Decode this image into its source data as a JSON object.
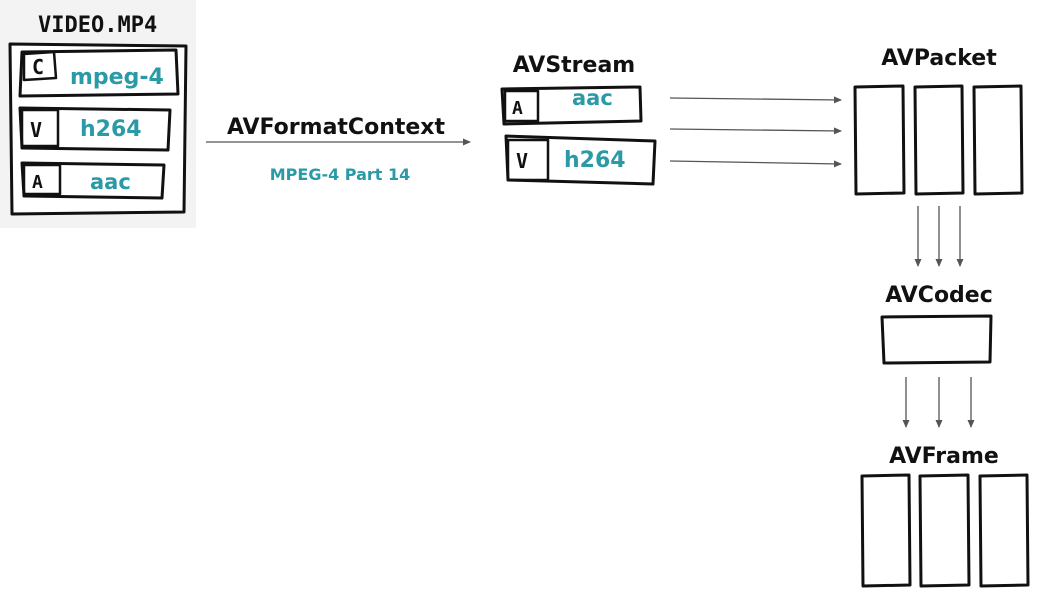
{
  "colors": {
    "accent": "#2a9aa6",
    "ink": "#111111",
    "arrow": "#555555"
  },
  "file": {
    "filename": "VIDEO.MP4",
    "rows": [
      {
        "tag": "C",
        "value": "mpeg-4"
      },
      {
        "tag": "V",
        "value": "h264"
      },
      {
        "tag": "A",
        "value": "aac"
      }
    ]
  },
  "format_context": {
    "title": "AVFormatContext",
    "subtitle": "MPEG-4 Part 14"
  },
  "streams": {
    "title": "AVStream",
    "items": [
      {
        "tag": "A",
        "value": "aac"
      },
      {
        "tag": "V",
        "value": "h264"
      }
    ]
  },
  "packet": {
    "title": "AVPacket"
  },
  "codec": {
    "title": "AVCodec"
  },
  "frame": {
    "title": "AVFrame"
  }
}
